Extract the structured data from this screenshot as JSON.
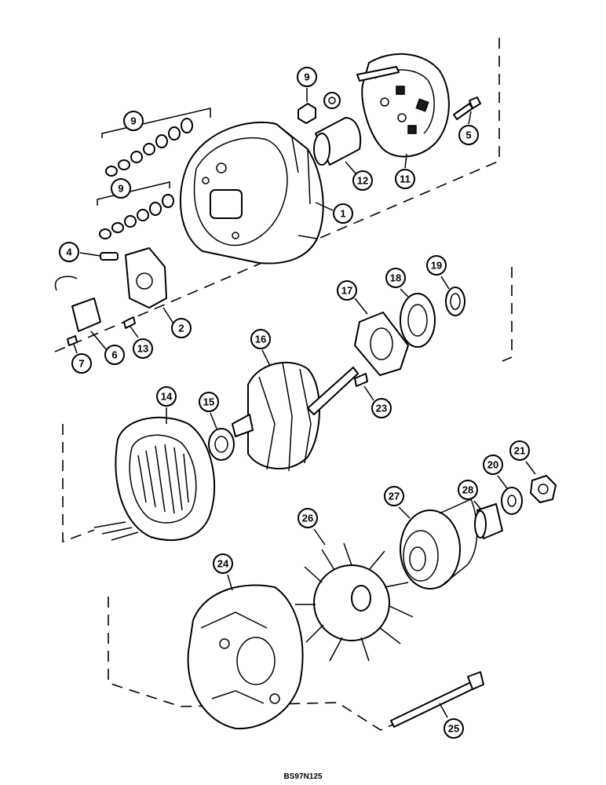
{
  "figure_code": "BS97N125",
  "callouts": [
    {
      "label": "1"
    },
    {
      "label": "2"
    },
    {
      "label": "4"
    },
    {
      "label": "5"
    },
    {
      "label": "6"
    },
    {
      "label": "7"
    },
    {
      "label": "9"
    },
    {
      "label": "9"
    },
    {
      "label": "9"
    },
    {
      "label": "11"
    },
    {
      "label": "12"
    },
    {
      "label": "13"
    },
    {
      "label": "14"
    },
    {
      "label": "15"
    },
    {
      "label": "16"
    },
    {
      "label": "17"
    },
    {
      "label": "18"
    },
    {
      "label": "19"
    },
    {
      "label": "20"
    },
    {
      "label": "21"
    },
    {
      "label": "23"
    },
    {
      "label": "24"
    },
    {
      "label": "25"
    },
    {
      "label": "26"
    },
    {
      "label": "27"
    },
    {
      "label": "28"
    }
  ]
}
